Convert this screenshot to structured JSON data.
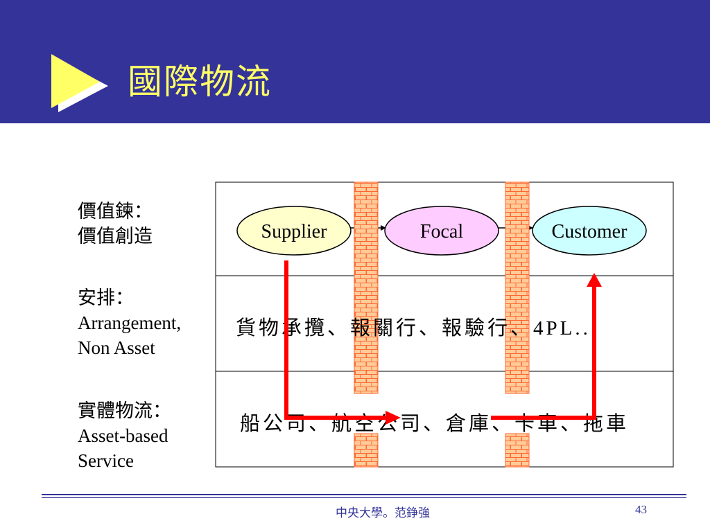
{
  "slide": {
    "title": "國際物流",
    "footer_author": "中央大學。范錚強",
    "page_number": "43"
  },
  "labels": {
    "value_chain_line1": "價值鍊：",
    "value_chain_line2": "價值創造",
    "arrangement_line1": "安排：",
    "arrangement_line2": "Arrangement,",
    "arrangement_line3": "Non Asset",
    "physical_line1": "實體物流：",
    "physical_line2": "Asset-based",
    "physical_line3": "Service"
  },
  "nodes": {
    "supplier": "Supplier",
    "focal": "Focal",
    "customer": "Customer"
  },
  "rows": {
    "arrangement_text": "貨物承攬、報關行、報驗行、4PL..",
    "asset_text": "船公司、航空公司、倉庫、卡車、拖車"
  },
  "colors": {
    "header_bg": "#333399",
    "title_text": "#ffff66",
    "ellipse_supplier": "#ffffcc",
    "ellipse_focal": "#ffccff",
    "ellipse_customer": "#ccffff",
    "flow_arrow": "#ff0000",
    "wall": "#ffcc99"
  }
}
